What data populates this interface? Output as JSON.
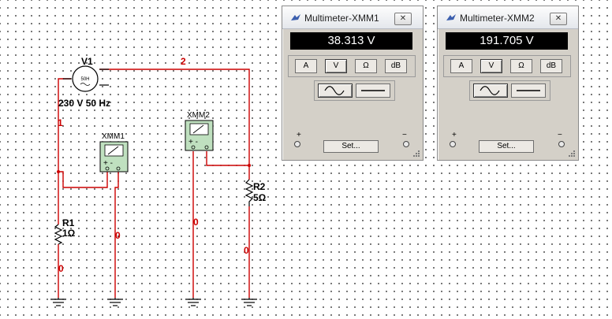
{
  "schematic": {
    "v1": {
      "ref": "V1",
      "value": "230 V 50 Hz",
      "symbol_text": "50H"
    },
    "r1": {
      "ref": "R1",
      "value": "1Ω"
    },
    "r2": {
      "ref": "R2",
      "value": "5Ω"
    },
    "xmm1": {
      "ref": "XMM1",
      "pins": "+ -"
    },
    "xmm2": {
      "ref": "XMM2",
      "pins": "+ -"
    },
    "nets": {
      "n1": "1",
      "n2": "2",
      "n0": "0"
    }
  },
  "multimeters": [
    {
      "title": "Multimeter-XMM1",
      "reading": "38.313 V",
      "buttons": [
        "A",
        "V",
        "Ω",
        "dB"
      ],
      "active_button": "V",
      "mode": "AC",
      "plus": "+",
      "minus": "−",
      "set_label": "Set..."
    },
    {
      "title": "Multimeter-XMM2",
      "reading": "191.705 V",
      "buttons": [
        "A",
        "V",
        "Ω",
        "dB"
      ],
      "active_button": "V",
      "mode": "AC",
      "plus": "+",
      "minus": "−",
      "set_label": "Set..."
    }
  ],
  "colors": {
    "wire": "#cc0000",
    "panel": "#d4d0c8",
    "display_bg": "#000000",
    "display_fg": "#ffffff"
  }
}
